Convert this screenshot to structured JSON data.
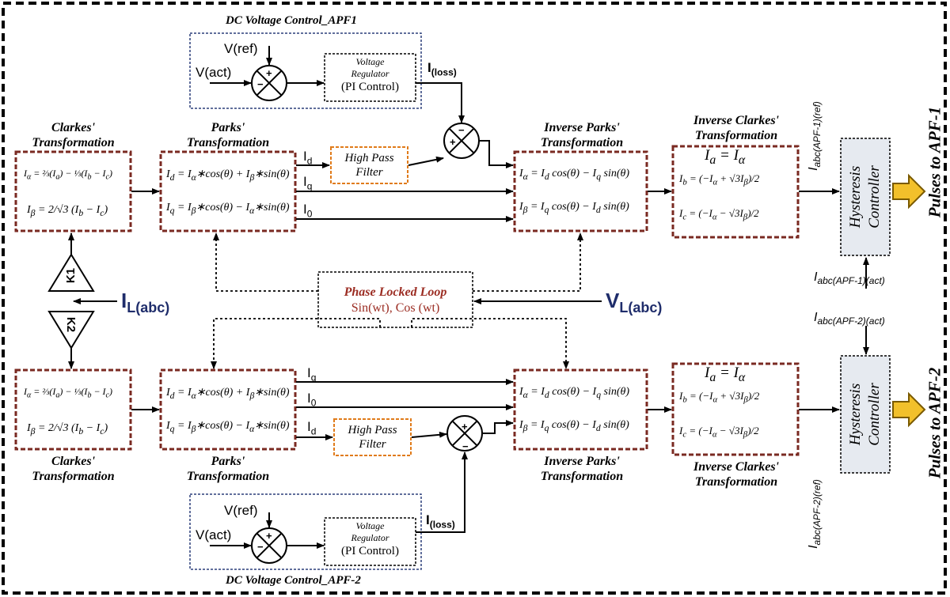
{
  "dc_top": {
    "title": "DC Voltage Control_APF1",
    "vref": "V",
    "vref_sub": "(ref)",
    "vact": "V",
    "vact_sub": "(act)",
    "reg_line1": "Voltage",
    "reg_line2": "Regulator",
    "reg_line3": "(PI Control)",
    "iloss": "I",
    "iloss_sub": "(loss)"
  },
  "dc_bot": {
    "title": "DC Voltage Control_APF-2",
    "vref": "V",
    "vref_sub": "(ref)",
    "vact": "V",
    "vact_sub": "(act)",
    "reg_line1": "Voltage",
    "reg_line2": "Regulator",
    "reg_line3": "(PI Control)",
    "iloss": "I",
    "iloss_sub": "(loss)"
  },
  "titles": {
    "clarke_top": [
      "Clarkes'",
      "Transformation"
    ],
    "park_top": [
      "Parks'",
      "Transformation"
    ],
    "invpark_top": [
      "Inverse Parks'",
      "Transformation"
    ],
    "invclarke_top": [
      "Inverse Clarkes'",
      "Transformation"
    ],
    "clarke_bot": [
      "Clarkes'",
      "Transformation"
    ],
    "park_bot": [
      "Parks'",
      "Transformation"
    ],
    "invpark_bot": [
      "Inverse Parks'",
      "Transformation"
    ],
    "invclarke_bot": [
      "Inverse Clarkes'",
      "Transformation"
    ]
  },
  "signals": {
    "id": "I",
    "id_sub": "d",
    "iq": "I",
    "iq_sub": "q",
    "i0": "I",
    "i0_sub": "0"
  },
  "hpf": {
    "line1": "High Pass",
    "line2": "Filter"
  },
  "pll": {
    "title": "Phase Locked Loop",
    "sub": "Sin(wt), Cos (wt)"
  },
  "inputs": {
    "il": "I",
    "il_sub": "L(abc)",
    "vl": "V",
    "vl_sub": "L(abc)"
  },
  "gains": {
    "k1": "K1",
    "k2": "K2"
  },
  "hysteresis": {
    "line1": "Hysteresis",
    "line2": "Controller"
  },
  "pulses": {
    "apf1": "Pulses to APF-1",
    "apf2": "Pulses to APF-2"
  },
  "refs": {
    "apf1_ref": "I",
    "apf1_ref_sub": "abc(APF-1)(ref)",
    "apf1_act": "I",
    "apf1_act_sub": "abc(APF-1)(act)",
    "apf2_act": "I",
    "apf2_act_sub": "abc(APF-2)(act)",
    "apf2_ref": "I",
    "apf2_ref_sub": "abc(APF-2)(ref)"
  },
  "colors": {
    "block_border": "#7a2a22",
    "dc_border": "#2b3f7a",
    "hpf_border": "#e07b1a",
    "hyst_fill": "#e6eaf0",
    "arrow_fill": "#f2c02b",
    "arrow_stroke": "#7a5a00",
    "signal_blue": "#1f2d6b",
    "pll_red": "#9b2c22"
  }
}
